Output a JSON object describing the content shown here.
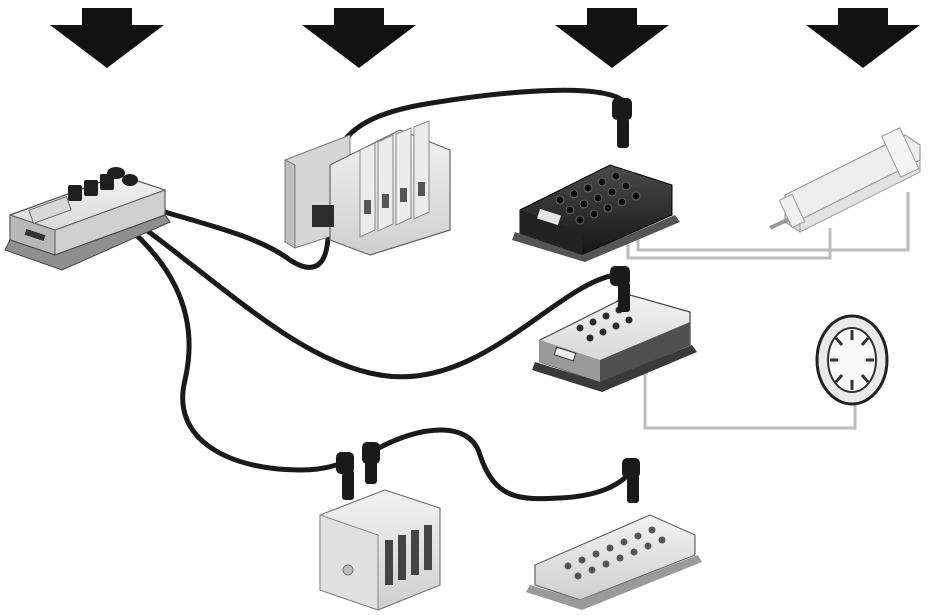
{
  "diagram": {
    "arrows": [
      {
        "icon": "down-arrow-icon"
      },
      {
        "icon": "down-arrow-icon"
      },
      {
        "icon": "down-arrow-icon"
      },
      {
        "icon": "down-arrow-icon"
      }
    ],
    "devices": [
      {
        "name": "fieldbus-master-module"
      },
      {
        "name": "valve-manifold-large"
      },
      {
        "name": "io-module-top"
      },
      {
        "name": "pneumatic-cylinder"
      },
      {
        "name": "io-module-middle"
      },
      {
        "name": "rotary-encoder-wheel"
      },
      {
        "name": "valve-manifold-small"
      },
      {
        "name": "io-module-bottom"
      }
    ],
    "colors": {
      "arrow": "#111111",
      "cable": "#1a1a1a",
      "sensor_wire": "#bdbdbd",
      "device_light": "#e4e4e4",
      "device_dark": "#2a2a2a"
    }
  }
}
